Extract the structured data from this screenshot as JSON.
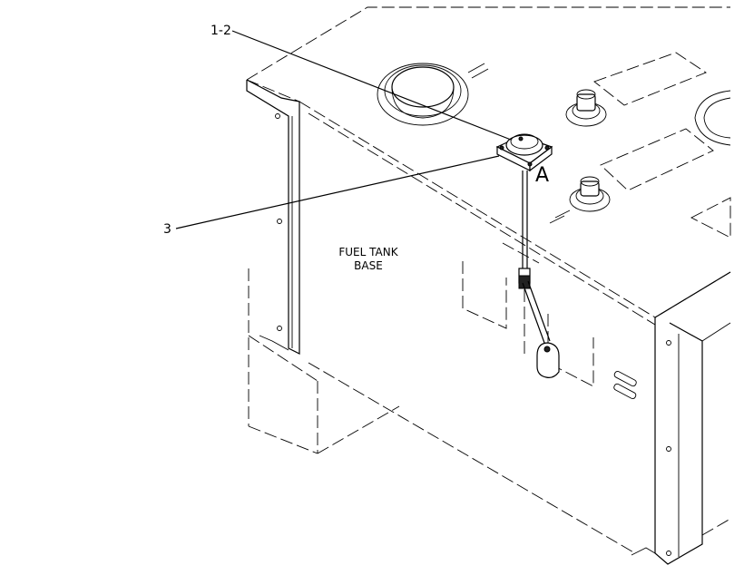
{
  "diagram": {
    "callouts": {
      "c1": "1-2",
      "c3": "3"
    },
    "view_letter": "A",
    "tank_label": {
      "line1": "FUEL TANK",
      "line2": "BASE"
    }
  }
}
